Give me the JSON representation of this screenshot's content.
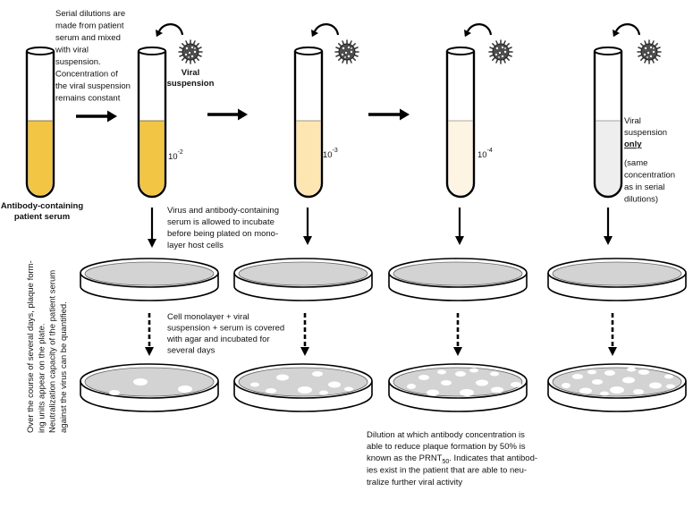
{
  "intro_text": [
    "Serial dilutions are",
    "made from patient",
    "serum and mixed",
    "with viral",
    "suspension.",
    "Concentration of",
    "the viral suspension",
    "remains constant"
  ],
  "viral_suspension_label": [
    "Viral",
    "suspension"
  ],
  "serum_label": [
    "Antibody-containing",
    "patient serum"
  ],
  "dilutions": [
    {
      "base": "10",
      "exponent": "-2"
    },
    {
      "base": "10",
      "exponent": "-3"
    },
    {
      "base": "10",
      "exponent": "-4"
    }
  ],
  "control_label": {
    "lines": [
      "Viral",
      "suspension"
    ],
    "emphasis": "only",
    "note": [
      "(same",
      "concentration",
      "as in serial",
      "dilutions)"
    ]
  },
  "incubation_text": [
    "Virus and antibody-containing",
    "serum is allowed to incubate",
    "before being plated on mono-",
    "layer host cells"
  ],
  "agar_text": [
    "Cell monolayer + viral",
    "suspension + serum is covered",
    "with agar and incubated for",
    "several days"
  ],
  "side_note": [
    "Over the course of several days, plaque form-",
    "ing units appear on the plate.",
    "Neutralization capacity of the patient serum",
    "against the virus can be quantified."
  ],
  "prnt_note": {
    "lines_before": [
      "Dilution at which antibody concentration is",
      "able to reduce plaque formation by 50% is"
    ],
    "prnt_line": {
      "before": "known as the PRNT",
      "subscript": "50",
      "after": ". Indicates that antibod-"
    },
    "lines_after": [
      "ies exist in the patient that are able to neu-",
      "tralize further viral activity"
    ]
  },
  "colors": {
    "tube_liquid": [
      "#f3c544",
      "#f3c544",
      "#fde6b2",
      "#fef4e3",
      "#eeeeee"
    ],
    "agar": "#d3d3d3",
    "plaque": "#ffffff",
    "virus": "#4d4d4d"
  },
  "icons": [
    "virus-icon",
    "curved-arrow-icon",
    "arrow-right-icon",
    "arrow-down-icon",
    "dashed-arrow-down-icon"
  ]
}
